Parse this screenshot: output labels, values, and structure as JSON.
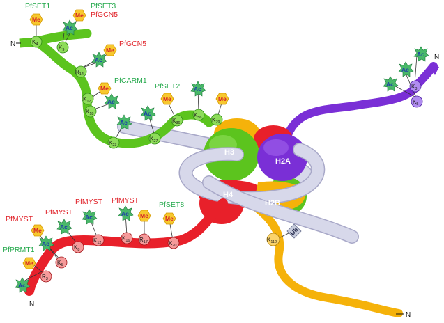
{
  "colors": {
    "h3": "#5cc41e",
    "h4": "#e8202a",
    "h2a": "#7a2fd6",
    "h2b": "#f5b20a",
    "dna": "#cfd0e6",
    "enzyme_green": "#22a84a",
    "enzyme_red": "#e01f26",
    "me_fill": "#f7c82e",
    "me_text": "#d41f26",
    "ac_fill": "#49b86a",
    "ac_text": "#1f3fa8"
  },
  "icons": {
    "me": "yellow-hexagon-icon",
    "ac": "green-starburst-icon",
    "ub": "diamond-icon"
  },
  "core_labels": {
    "h3": "H3",
    "h2a": "H2A",
    "h4": "H4",
    "h2b": "H2B"
  },
  "terminals": {
    "h3": "N",
    "h2a": "N",
    "h4": "N",
    "h2b": "N"
  },
  "marks": {
    "me": "Me",
    "ac": "Ac",
    "ub": "Ub"
  },
  "enzymes": {
    "h3_k4": "PfSET1",
    "h3_k9a": "PfSET3",
    "h3_k9b": "PfGCN5",
    "h3_k14": "PfGCN5",
    "h3_k17": "PfCARM1",
    "h3_k36": "PfSET2",
    "h4_r3a": "PfMYST",
    "h4_r3b": "PfPRMT1",
    "h4_k8": "PfMYST",
    "h4_k12": "PfMYST",
    "h4_k16": "PfMYST",
    "h4_k20": "PfSET8"
  },
  "residues": {
    "h3": [
      {
        "res": "K",
        "num": "4"
      },
      {
        "res": "K",
        "num": "9"
      },
      {
        "res": "R",
        "num": "14"
      },
      {
        "res": "K",
        "num": "17"
      },
      {
        "res": "K",
        "num": "18"
      },
      {
        "res": "K",
        "num": "23"
      },
      {
        "res": "K",
        "num": "27"
      },
      {
        "res": "K",
        "num": "36"
      },
      {
        "res": "K",
        "num": "56"
      },
      {
        "res": "K",
        "num": "79"
      }
    ],
    "h2a": [
      {
        "res": "K",
        "num": "3"
      },
      {
        "res": "K",
        "num": "5"
      }
    ],
    "h4": [
      {
        "res": "R",
        "num": "3"
      },
      {
        "res": "K",
        "num": "5"
      },
      {
        "res": "K",
        "num": "8"
      },
      {
        "res": "K",
        "num": "12"
      },
      {
        "res": "K",
        "num": "16"
      },
      {
        "res": "R",
        "num": "17"
      },
      {
        "res": "K",
        "num": "20"
      }
    ],
    "h2b": [
      {
        "res": "K",
        "num": "112"
      }
    ]
  }
}
